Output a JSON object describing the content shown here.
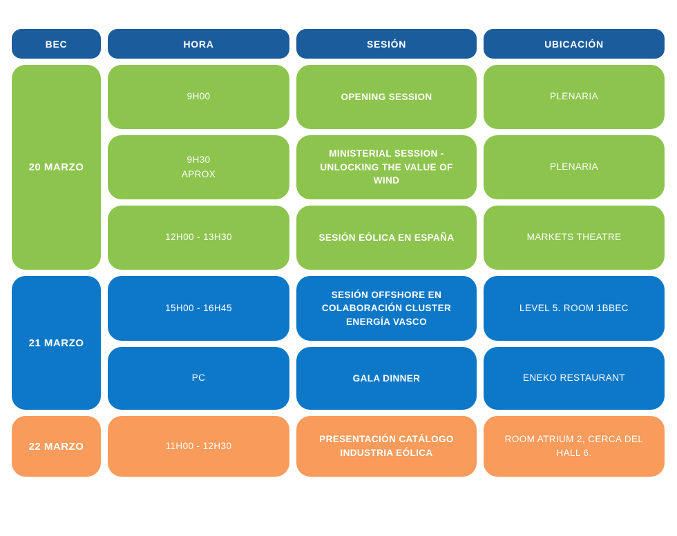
{
  "table": {
    "headers": [
      {
        "label": "BEC"
      },
      {
        "label": "HORA"
      },
      {
        "label": "SESIÓN"
      },
      {
        "label": "UBICACIÓN"
      }
    ],
    "groups": [
      {
        "date": "20 MARZO",
        "color_name": "green",
        "rows": [
          {
            "hora": "9H00",
            "sesion": "OPENING SESSION",
            "ubicacion": "PLENARIA"
          },
          {
            "hora": "9H30\nAPROX",
            "sesion": "MINISTERIAL SESSION - UNLOCKING THE VALUE OF WIND",
            "ubicacion": "PLENARIA"
          },
          {
            "hora": "12H00 - 13H30",
            "sesion": "SESIÓN EÓLICA EN ESPAÑA",
            "ubicacion": "MARKETS THEATRE"
          }
        ]
      },
      {
        "date": "21 MARZO",
        "color_name": "blue",
        "rows": [
          {
            "hora": "15H00 - 16H45",
            "sesion": "SESIÓN OFFSHORE EN COLABORACIÓN CLUSTER ENERGÍA VASCO",
            "ubicacion": "LEVEL 5. ROOM 1BBEC"
          },
          {
            "hora": "PC",
            "sesion": "GALA DINNER",
            "ubicacion": "ENEKO RESTAURANT"
          }
        ]
      },
      {
        "date": "22 MARZO",
        "color_name": "orange",
        "rows": [
          {
            "hora": "11H00 - 12H30",
            "sesion": "PRESENTACIÓN CATÁLOGO INDUSTRIA EÓLICA",
            "ubicacion": "ROOM ATRIUM 2, CERCA DEL HALL 6."
          }
        ]
      }
    ],
    "colors": {
      "header_blue": "#1B5C9D",
      "group_green": "#8DC44E",
      "group_blue": "#0E78C8",
      "group_orange": "#F89B5B",
      "text": "#FFFFFF",
      "background": "#FFFFFF"
    }
  }
}
